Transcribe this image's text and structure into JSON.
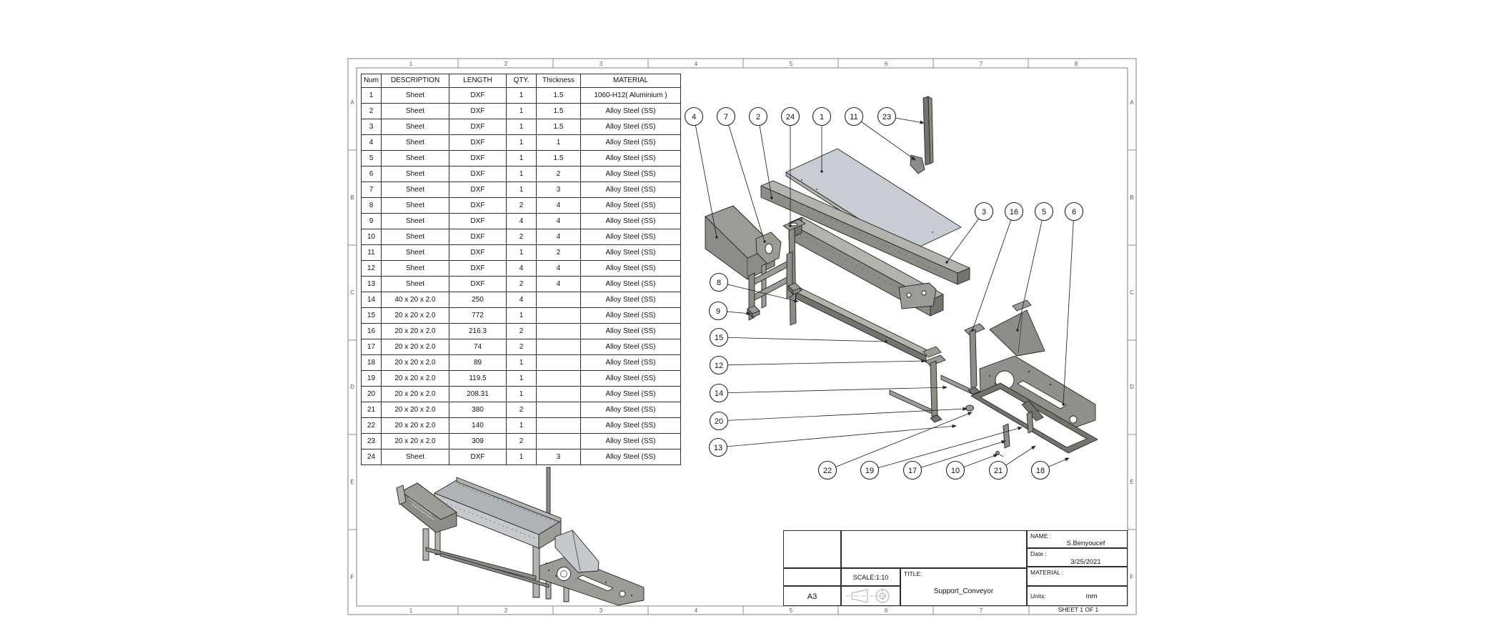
{
  "sheet": {
    "cols": [
      "1",
      "2",
      "3",
      "4",
      "5",
      "6",
      "7",
      "8"
    ],
    "rows": [
      "A",
      "B",
      "C",
      "D",
      "E",
      "F"
    ],
    "sheet_label": "SHEET 1 OF 1"
  },
  "bom": {
    "headers": [
      "Num",
      "DESCRIPTION",
      "LENGTH",
      "QTY.",
      "Thickness",
      "MATERIAL"
    ],
    "rows": [
      [
        "1",
        "Sheet",
        "DXF",
        "1",
        "1.5",
        "1060-H12( Aluminium )"
      ],
      [
        "2",
        "Sheet",
        "DXF",
        "1",
        "1.5",
        "Alloy Steel (SS)"
      ],
      [
        "3",
        "Sheet",
        "DXF",
        "1",
        "1.5",
        "Alloy Steel (SS)"
      ],
      [
        "4",
        "Sheet",
        "DXF",
        "1",
        "1",
        "Alloy Steel (SS)"
      ],
      [
        "5",
        "Sheet",
        "DXF",
        "1",
        "1.5",
        "Alloy Steel (SS)"
      ],
      [
        "6",
        "Sheet",
        "DXF",
        "1",
        "2",
        "Alloy Steel (SS)"
      ],
      [
        "7",
        "Sheet",
        "DXF",
        "1",
        "3",
        "Alloy Steel (SS)"
      ],
      [
        "8",
        "Sheet",
        "DXF",
        "2",
        "4",
        "Alloy Steel (SS)"
      ],
      [
        "9",
        "Sheet",
        "DXF",
        "4",
        "4",
        "Alloy Steel (SS)"
      ],
      [
        "10",
        "Sheet",
        "DXF",
        "2",
        "4",
        "Alloy Steel (SS)"
      ],
      [
        "11",
        "Sheet",
        "DXF",
        "1",
        "2",
        "Alloy Steel (SS)"
      ],
      [
        "12",
        "Sheet",
        "DXF",
        "4",
        "4",
        "Alloy Steel (SS)"
      ],
      [
        "13",
        "Sheet",
        "DXF",
        "2",
        "4",
        "Alloy Steel (SS)"
      ],
      [
        "14",
        "40 x 20 x 2.0",
        "250",
        "4",
        "",
        "Alloy Steel (SS)"
      ],
      [
        "15",
        "20 x 20 x 2.0",
        "772",
        "1",
        "",
        "Alloy Steel (SS)"
      ],
      [
        "16",
        "20 x 20 x 2.0",
        "216.3",
        "2",
        "",
        "Alloy Steel (SS)"
      ],
      [
        "17",
        "20 x 20 x 2.0",
        "74",
        "2",
        "",
        "Alloy Steel (SS)"
      ],
      [
        "18",
        "20 x 20 x 2.0",
        "89",
        "1",
        "",
        "Alloy Steel (SS)"
      ],
      [
        "19",
        "20 x 20 x 2.0",
        "119.5",
        "1",
        "",
        "Alloy Steel (SS)"
      ],
      [
        "20",
        "20 x 20 x 2.0",
        "208.31",
        "1",
        "",
        "Alloy Steel (SS)"
      ],
      [
        "21",
        "20 x 20 x 2.0",
        "380",
        "2",
        "",
        "Alloy Steel (SS)"
      ],
      [
        "22",
        "20 x 20 x 2.0",
        "140",
        "1",
        "",
        "Alloy Steel (SS)"
      ],
      [
        "23",
        "20 x 20 x 2.0",
        "309",
        "2",
        "",
        "Alloy Steel (SS)"
      ],
      [
        "24",
        "Sheet",
        "DXF",
        "1",
        "3",
        "Alloy Steel (SS)"
      ]
    ]
  },
  "balloons": [
    "4",
    "7",
    "2",
    "24",
    "1",
    "11",
    "23",
    "3",
    "16",
    "5",
    "6",
    "8",
    "9",
    "15",
    "12",
    "14",
    "20",
    "13",
    "22",
    "19",
    "17",
    "10",
    "21",
    "18"
  ],
  "title_block": {
    "name_label": "NAME :",
    "name_value": "S.Benyoucef",
    "date_label": "Date :",
    "date_value": "3/25/2021",
    "material_label": "MATERIAL :",
    "units_label": "Units:",
    "units_value": "mm",
    "scale_label": "SCALE:1:10",
    "title_label": "TITLE:",
    "title_value": "Support_Conveyor",
    "paper_size": "A3",
    "sheet_label": "SHEET 1 OF 1"
  },
  "colors": {
    "sheet_line": "#8c8c8c",
    "drawing_line": "#222222",
    "plate_light": "#c8cdd3",
    "belt_gray": "#aeb3b8",
    "panel_light": "#c6c9cc",
    "metal_light": "#b3b3ae",
    "metal_mid": "#9c9c96",
    "metal_side": "#8d8d87",
    "metal_dark": "#74746d",
    "hopper_gray": "#8d8d87",
    "plate_mid": "#90908a"
  }
}
